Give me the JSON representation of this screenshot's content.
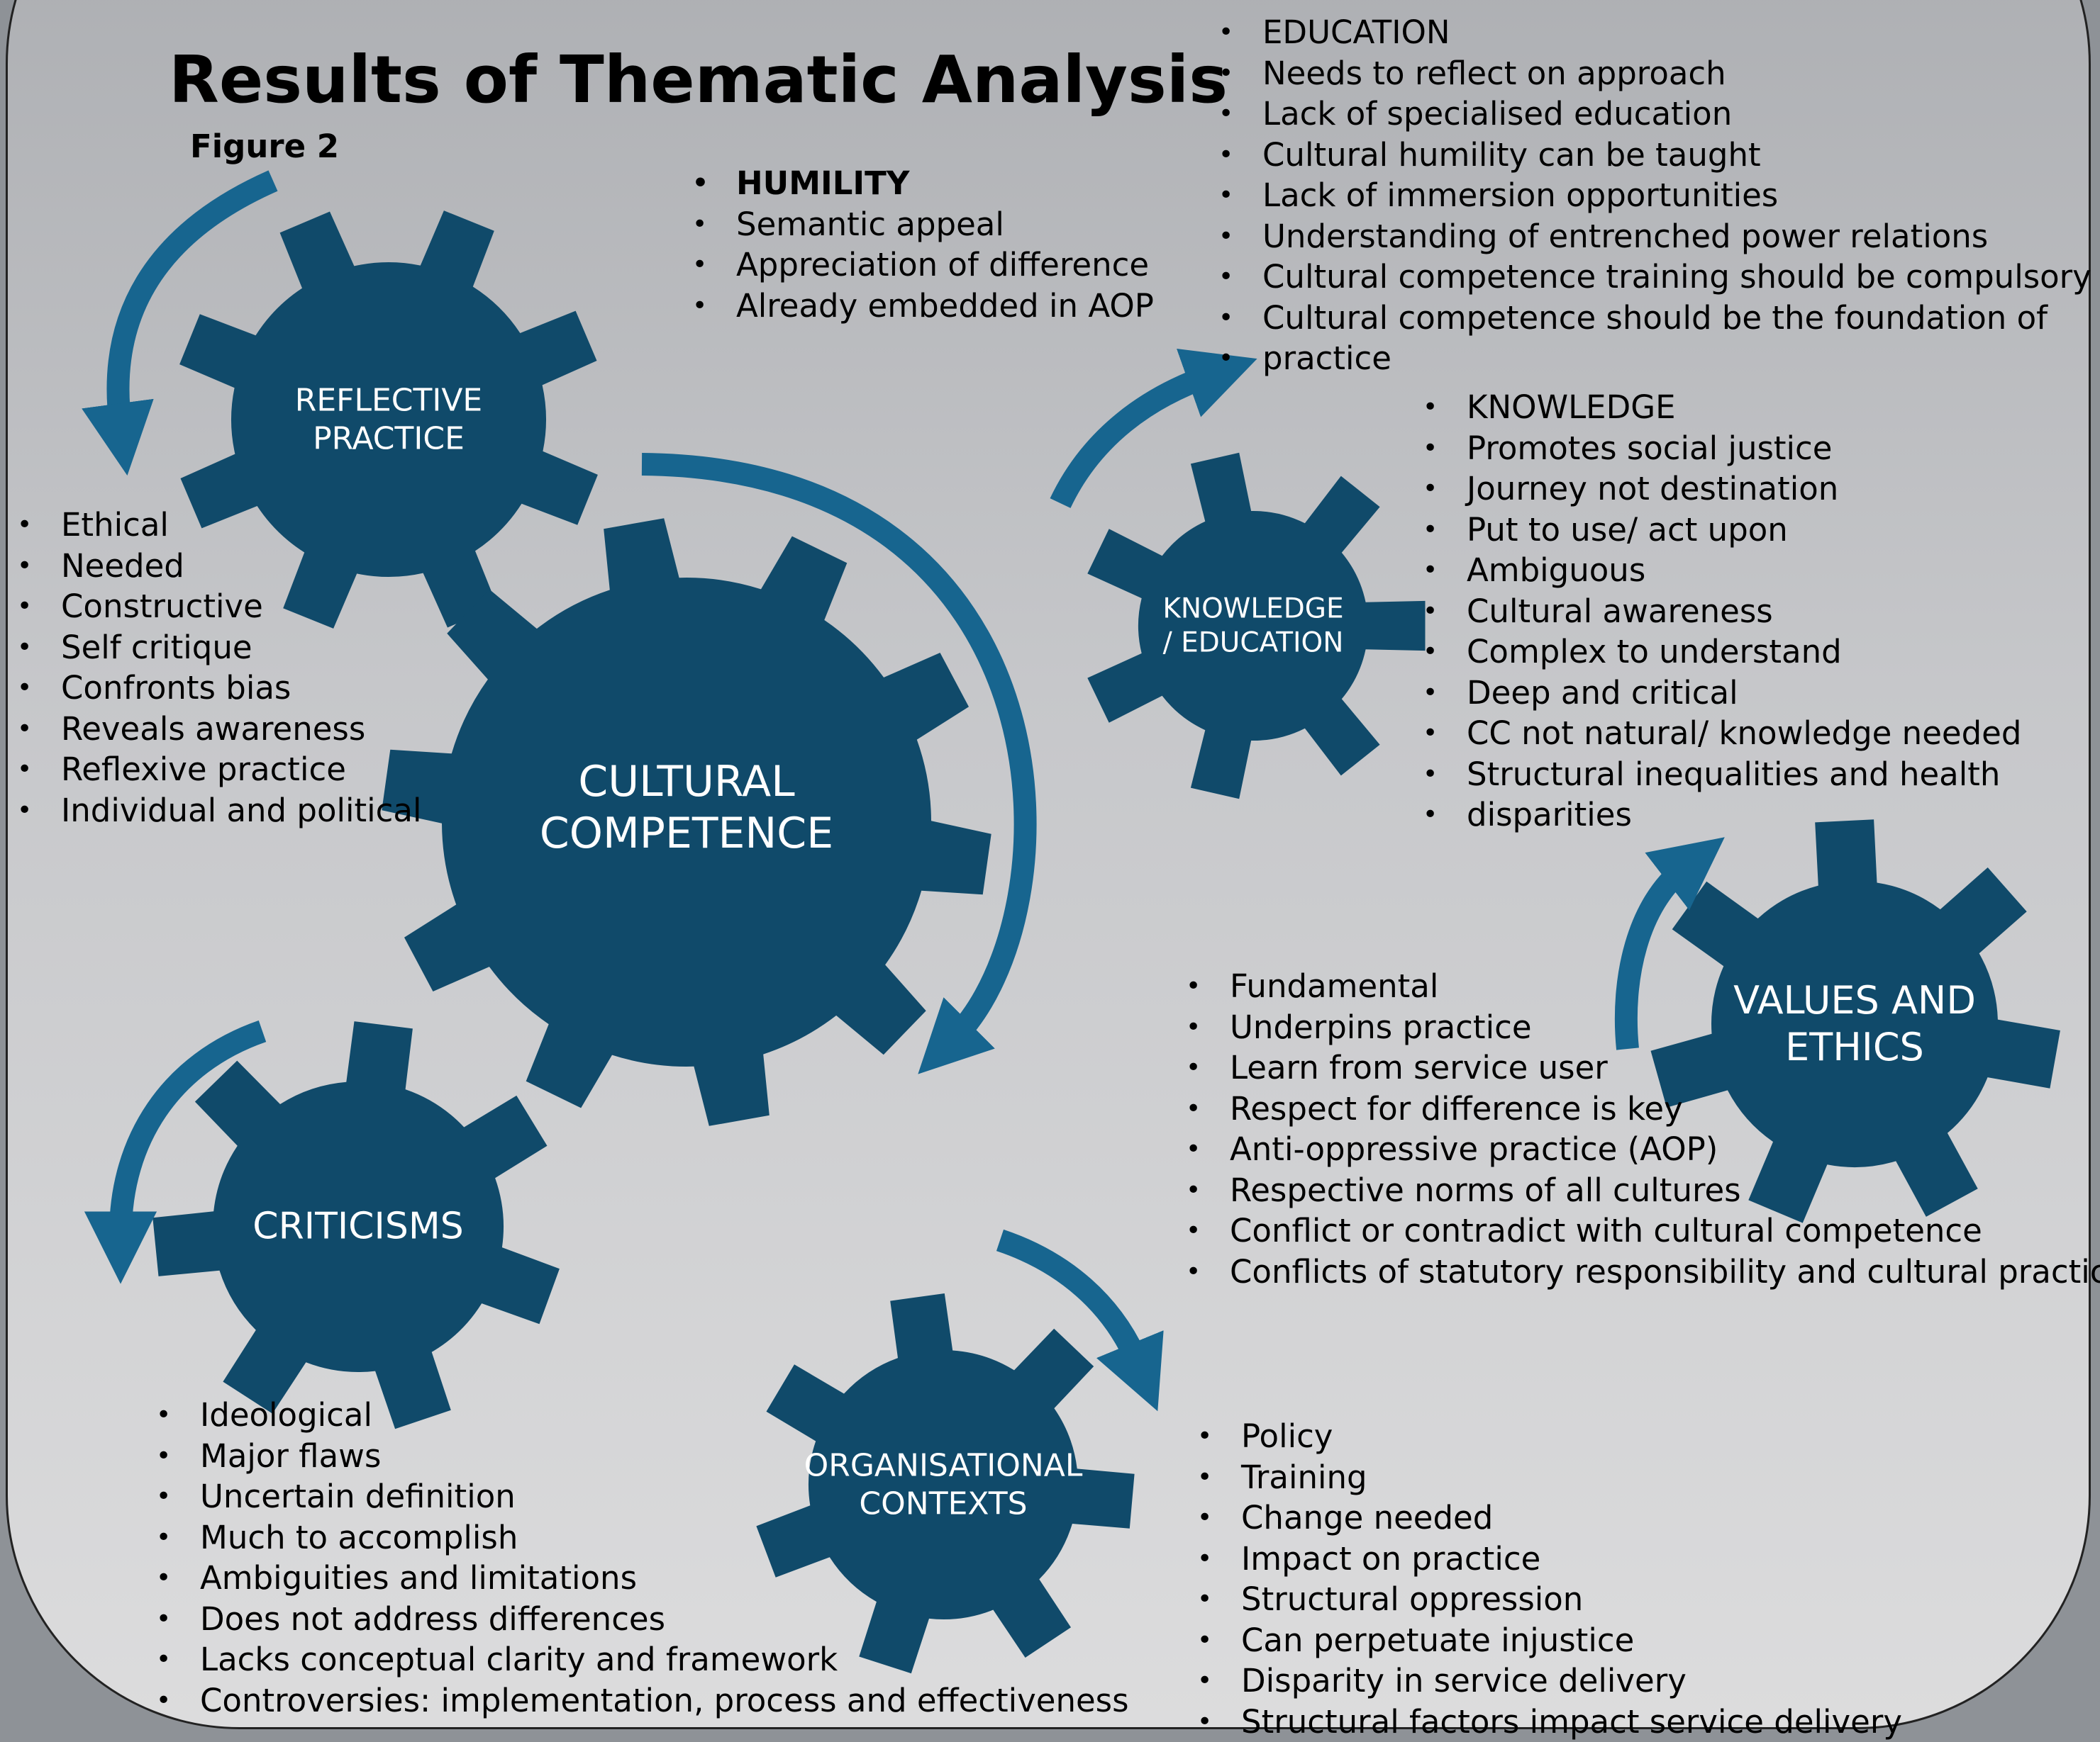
{
  "title": "Results of Thematic Analysis",
  "subtitle": "Figure 2",
  "colors": {
    "gear": "#104a6a",
    "arrow": "#17658f",
    "text": "#000000",
    "gear_text": "#ffffff"
  },
  "gears": {
    "reflective": {
      "label_line1": "REFLECTIVE",
      "label_line2": "PRACTICE"
    },
    "cultural": {
      "label_line1": "CULTURAL",
      "label_line2": "COMPETENCE"
    },
    "knowledge": {
      "label_line1": "KNOWLEDGE",
      "label_line2": "/ EDUCATION"
    },
    "values": {
      "label_line1": "VALUES AND",
      "label_line2": "ETHICS"
    },
    "criticisms": {
      "label": "CRITICISMS"
    },
    "organisational": {
      "label_line1": "ORGANISATIONAL",
      "label_line2": "CONTEXTS"
    }
  },
  "lists": {
    "humility": [
      "HUMILITY",
      "Semantic appeal",
      "Appreciation of difference",
      "Already embedded in AOP"
    ],
    "education": [
      "EDUCATION",
      "Needs to reflect on approach",
      "Lack of specialised education",
      "Cultural humility can be taught",
      "Lack of immersion opportunities",
      "Understanding of entrenched power relations",
      "Cultural competence training should be compulsory",
      "Cultural competence should be the foundation of",
      "practice"
    ],
    "knowledge": [
      "KNOWLEDGE",
      "Promotes social justice",
      "Journey not destination",
      "Put to use/ act upon",
      "Ambiguous",
      "Cultural awareness",
      "Complex to understand",
      "Deep and critical",
      "CC not natural/ knowledge needed",
      "Structural inequalities and health",
      "disparities"
    ],
    "reflective": [
      "Ethical",
      "Needed",
      "Constructive",
      "Self critique",
      "Confronts bias",
      "Reveals awareness",
      "Reflexive practice",
      "Individual and political"
    ],
    "values": [
      "Fundamental",
      "Underpins practice",
      "Learn from service user",
      "Respect for difference is key",
      "Anti-oppressive practice (AOP)",
      "Respective norms of all cultures",
      "Conflict or contradict with cultural competence",
      "Conflicts of statutory responsibility and cultural practices"
    ],
    "criticisms": [
      "Ideological",
      "Major flaws",
      "Uncertain definition",
      "Much to accomplish",
      "Ambiguities and limitations",
      "Does not address differences",
      "Lacks conceptual clarity and framework",
      "Controversies: implementation, process and effectiveness"
    ],
    "organisational": [
      "Policy",
      "Training",
      "Change needed",
      "Impact on practice",
      "Structural oppression",
      "Can perpetuate injustice",
      "Disparity in service delivery",
      "Structural factors impact service delivery"
    ]
  }
}
